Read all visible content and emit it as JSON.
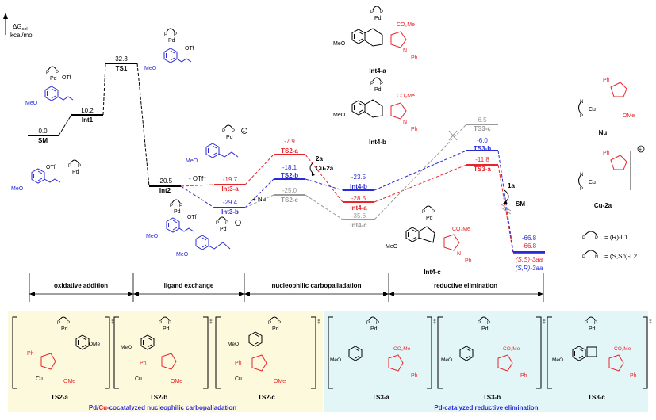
{
  "axis": {
    "y_label": "ΔG",
    "y_sub": "sol",
    "y_unit": "kcal/mol"
  },
  "levels": [
    {
      "id": "SM",
      "value": "0.0",
      "name": "SM",
      "color": "#000000"
    },
    {
      "id": "Int1",
      "value": "10.2",
      "name": "Int1",
      "color": "#000000"
    },
    {
      "id": "TS1",
      "value": "32.3",
      "name": "TS1",
      "color": "#000000"
    },
    {
      "id": "Int2",
      "value": "-20.5",
      "name": "Int2",
      "color": "#000000"
    },
    {
      "id": "Int3a",
      "value": "-19.7",
      "name": "Int3-a",
      "color": "#e8252a"
    },
    {
      "id": "Int3b",
      "value": "-29.4",
      "name": "Int3-b",
      "color": "#2a2ad8"
    },
    {
      "id": "TS2a",
      "value": "-7.9",
      "name": "TS2-a",
      "color": "#e8252a"
    },
    {
      "id": "TS2b",
      "value": "-18.1",
      "name": "TS2-b",
      "color": "#2a2ad8"
    },
    {
      "id": "TS2c",
      "value": "-25.0",
      "name": "TS2-c",
      "color": "#999999"
    },
    {
      "id": "Int4b",
      "value": "-23.5",
      "name": "Int4-b",
      "color": "#2a2ad8"
    },
    {
      "id": "Int4a",
      "value": "-28.5",
      "name": "Int4-a",
      "color": "#e8252a"
    },
    {
      "id": "Int4c",
      "value": "-35.6",
      "name": "Int4-c",
      "color": "#999999"
    },
    {
      "id": "TS3c",
      "value": "6.5",
      "name": "TS3-c",
      "color": "#999999"
    },
    {
      "id": "TS3b",
      "value": "-6.0",
      "name": "TS3-b",
      "color": "#2a2ad8"
    },
    {
      "id": "TS3a",
      "value": "-11.8",
      "name": "TS3-a",
      "color": "#e8252a"
    },
    {
      "id": "Prod",
      "value": "-66.8",
      "value2": "-66.8",
      "name": "(S,S)-3aa",
      "name2": "(S,R)-3aa",
      "color": "#e8252a",
      "color2": "#2a2ad8"
    }
  ],
  "annotations": {
    "otf": "- OTf⁻",
    "nu": "+ Nu",
    "reagent_2a": "2a",
    "cu2a": "Cu-2a",
    "reagent_1a": "1a",
    "sm": "SM"
  },
  "structure_labels": {
    "int4a": "Int4-a",
    "int4b": "Int4-b",
    "int4c": "Int4-c",
    "nu": "Nu",
    "cu2a": "Cu-2a",
    "co2me": "CO₂Me",
    "ph": "Ph",
    "meo": "MeO",
    "otf": "OTf",
    "ome": "OMe",
    "n": "N",
    "pd": "Pd",
    "cu": "Cu",
    "p": "P"
  },
  "ligands": {
    "l1_text": "= (R)-L1",
    "l2_text": "= (S,Sp)-L2"
  },
  "stages": [
    "oxidative addition",
    "ligand exchange",
    "nucleophilic carbopalladation",
    "reductive elimination"
  ],
  "panel_left": {
    "labels": [
      "TS2-a",
      "TS2-b",
      "TS2-c"
    ],
    "caption_pd": "Pd",
    "caption_slash": "/",
    "caption_cu": "Cu",
    "caption_rest": "-cocatalyzed nucleophilic carbopalladation",
    "dagger": "‡"
  },
  "panel_right": {
    "labels": [
      "TS3-a",
      "TS3-b",
      "TS3-c"
    ],
    "caption_pd": "Pd",
    "caption_rest": "-catalyzed reductive elimination",
    "dagger": "‡"
  },
  "colors": {
    "red": "#e8252a",
    "blue": "#2a2ad8",
    "gray": "#999999",
    "panel_left_bg": "#fdf9dd",
    "panel_right_bg": "#e2f6f8"
  }
}
